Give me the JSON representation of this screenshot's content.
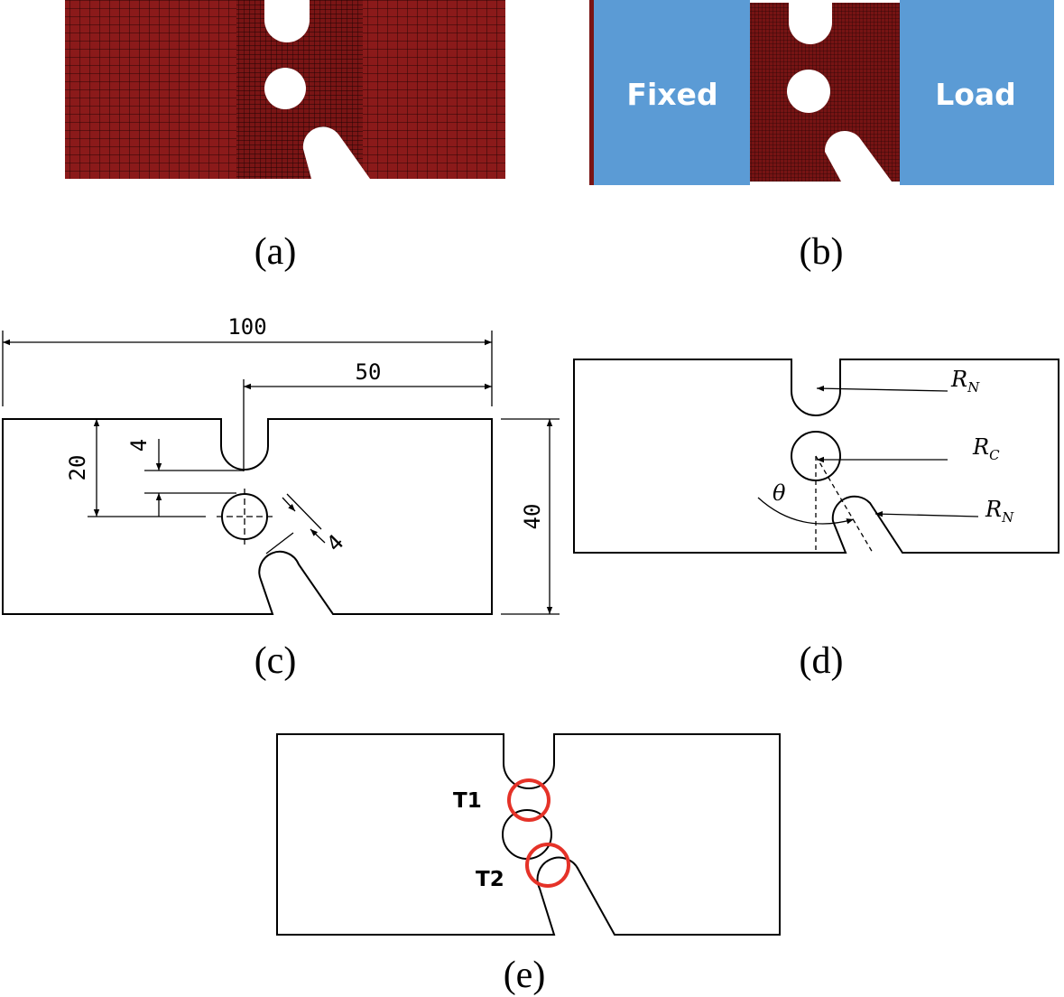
{
  "panels": {
    "a": {
      "caption": "(a)"
    },
    "b": {
      "caption": "(b)",
      "fixed_label": "Fixed",
      "load_label": "Load",
      "bc_color": "#5b9bd5",
      "mesh_color": "#8b1a1a"
    },
    "c": {
      "caption": "(c)",
      "dims": {
        "overall_length": "100",
        "half_length": "50",
        "height": "40",
        "offset": "20",
        "notch_gap": "4",
        "slot_gap": "4"
      }
    },
    "d": {
      "caption": "(d)",
      "labels": {
        "notch_radius_top": "R",
        "notch_radius_top_sub": "N",
        "circle_radius": "R",
        "circle_radius_sub": "C",
        "angle": "θ",
        "notch_radius_bottom": "R",
        "notch_radius_bottom_sub": "N"
      }
    },
    "e": {
      "caption": "(e)",
      "labels": {
        "t1": "T1",
        "t2": "T2"
      },
      "highlight_color": "#e53228"
    }
  }
}
